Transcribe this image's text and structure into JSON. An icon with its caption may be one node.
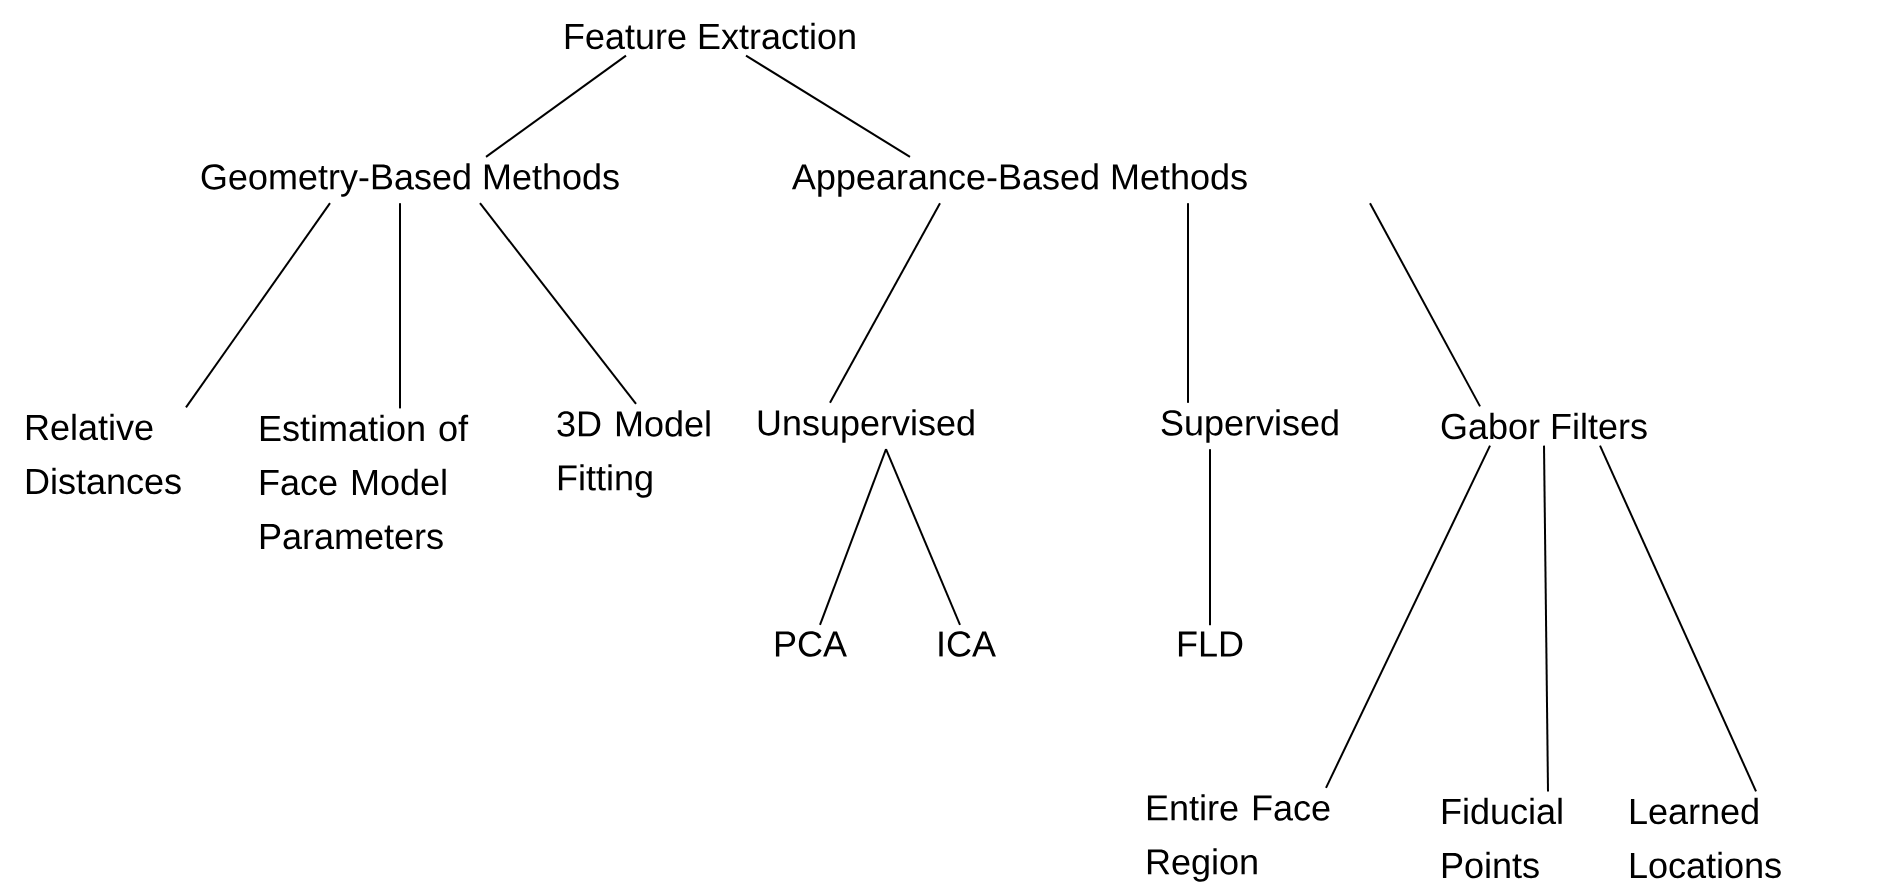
{
  "diagram": {
    "nodes": [
      {
        "text": [
          "Feature Extraction"
        ]
      },
      {
        "text": [
          "Geometry-Based Methods"
        ]
      },
      {
        "text": [
          "Appearance-Based Methods"
        ]
      },
      {
        "text": [
          "Relative Distances"
        ]
      },
      {
        "text": [
          "Estimation of Face Model Parameters"
        ]
      },
      {
        "text": [
          "3D Model Fitting"
        ]
      },
      {
        "text": [
          "Unsupervised"
        ]
      },
      {
        "text": [
          "Supervised"
        ]
      },
      {
        "text": [
          "Gabor Filters"
        ]
      },
      {
        "text": [
          "PCA"
        ]
      },
      {
        "text": [
          "ICA"
        ]
      },
      {
        "text": [
          "FLD"
        ]
      },
      {
        "text": [
          "Entire Face Region"
        ]
      },
      {
        "text": [
          "Fiducial Points"
        ]
      },
      {
        "text": [
          "Learned Locations"
        ]
      }
    ],
    "edges": [
      {
        "from": 0,
        "to": 1,
        "arrow": "none"
      },
      {
        "from": 0,
        "to": 2,
        "arrow": "none"
      },
      {
        "from": 1,
        "to": 3,
        "arrow": "none"
      },
      {
        "from": 1,
        "to": 4,
        "arrow": "none"
      },
      {
        "from": 1,
        "to": 5,
        "arrow": "none"
      },
      {
        "from": 2,
        "to": 6,
        "arrow": "none"
      },
      {
        "from": 2,
        "to": 7,
        "arrow": "none"
      },
      {
        "from": 2,
        "to": 8,
        "arrow": "none"
      },
      {
        "from": 6,
        "to": 9,
        "arrow": "none"
      },
      {
        "from": 6,
        "to": 10,
        "arrow": "none"
      },
      {
        "from": 7,
        "to": 11,
        "arrow": "none"
      },
      {
        "from": 8,
        "to": 12,
        "arrow": "none"
      },
      {
        "from": 8,
        "to": 13,
        "arrow": "none"
      },
      {
        "from": 8,
        "to": 14,
        "arrow": "none"
      }
    ]
  }
}
